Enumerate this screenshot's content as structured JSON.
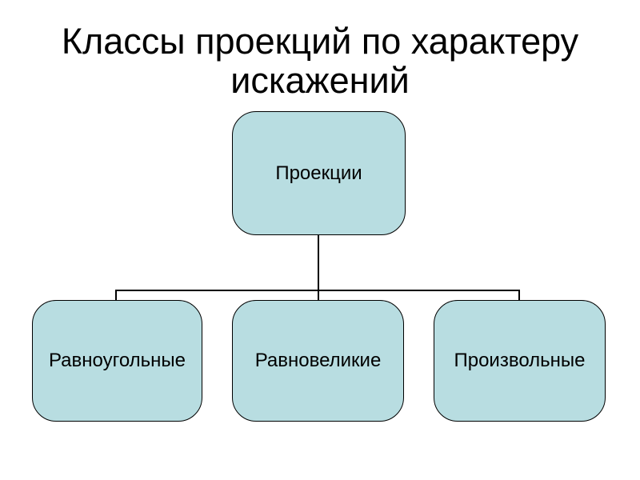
{
  "slide": {
    "title": {
      "text": "Классы проекций по характеру искажений",
      "lines": [
        "Классы проекций по характеру",
        "искажений"
      ]
    },
    "colors": {
      "background": "#ffffff",
      "title_text": "#000000",
      "box_fill": "#b8dde1",
      "box_border": "#000000",
      "connector": "#000000"
    }
  },
  "diagram": {
    "type": "hierarchy",
    "root": {
      "label": "Проекции"
    },
    "children": [
      {
        "label": "Равноугольные"
      },
      {
        "label": "Равновеликие"
      },
      {
        "label": "Произвольные"
      }
    ]
  }
}
